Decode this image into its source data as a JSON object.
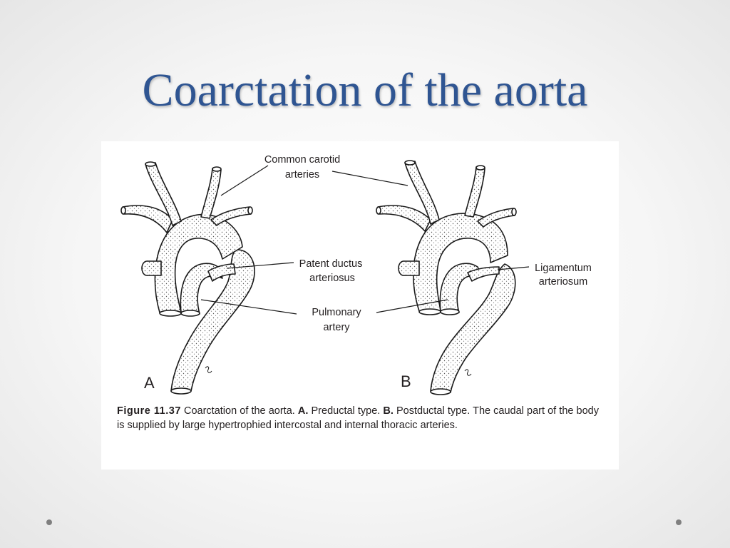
{
  "slide": {
    "title": "Coarctation of the aorta"
  },
  "figure": {
    "labels": {
      "common_carotid_1": "Common carotid",
      "common_carotid_2": "arteries",
      "patent_ductus_1": "Patent ductus",
      "patent_ductus_2": "arteriosus",
      "pulmonary_1": "Pulmonary",
      "pulmonary_2": "artery",
      "ligamentum_1": "Ligamentum",
      "ligamentum_2": "arteriosum",
      "panel_a": "A",
      "panel_b": "B"
    },
    "caption": {
      "figure_number": "Figure 11.37",
      "text_1": " Coarctation of the aorta. ",
      "a_label": "A.",
      "text_2": " Preductal type. ",
      "b_label": "B.",
      "text_3": " Postductal type. The caudal part of the body is supplied by large hypertrophied intercostal and internal thoracic arteries."
    }
  }
}
